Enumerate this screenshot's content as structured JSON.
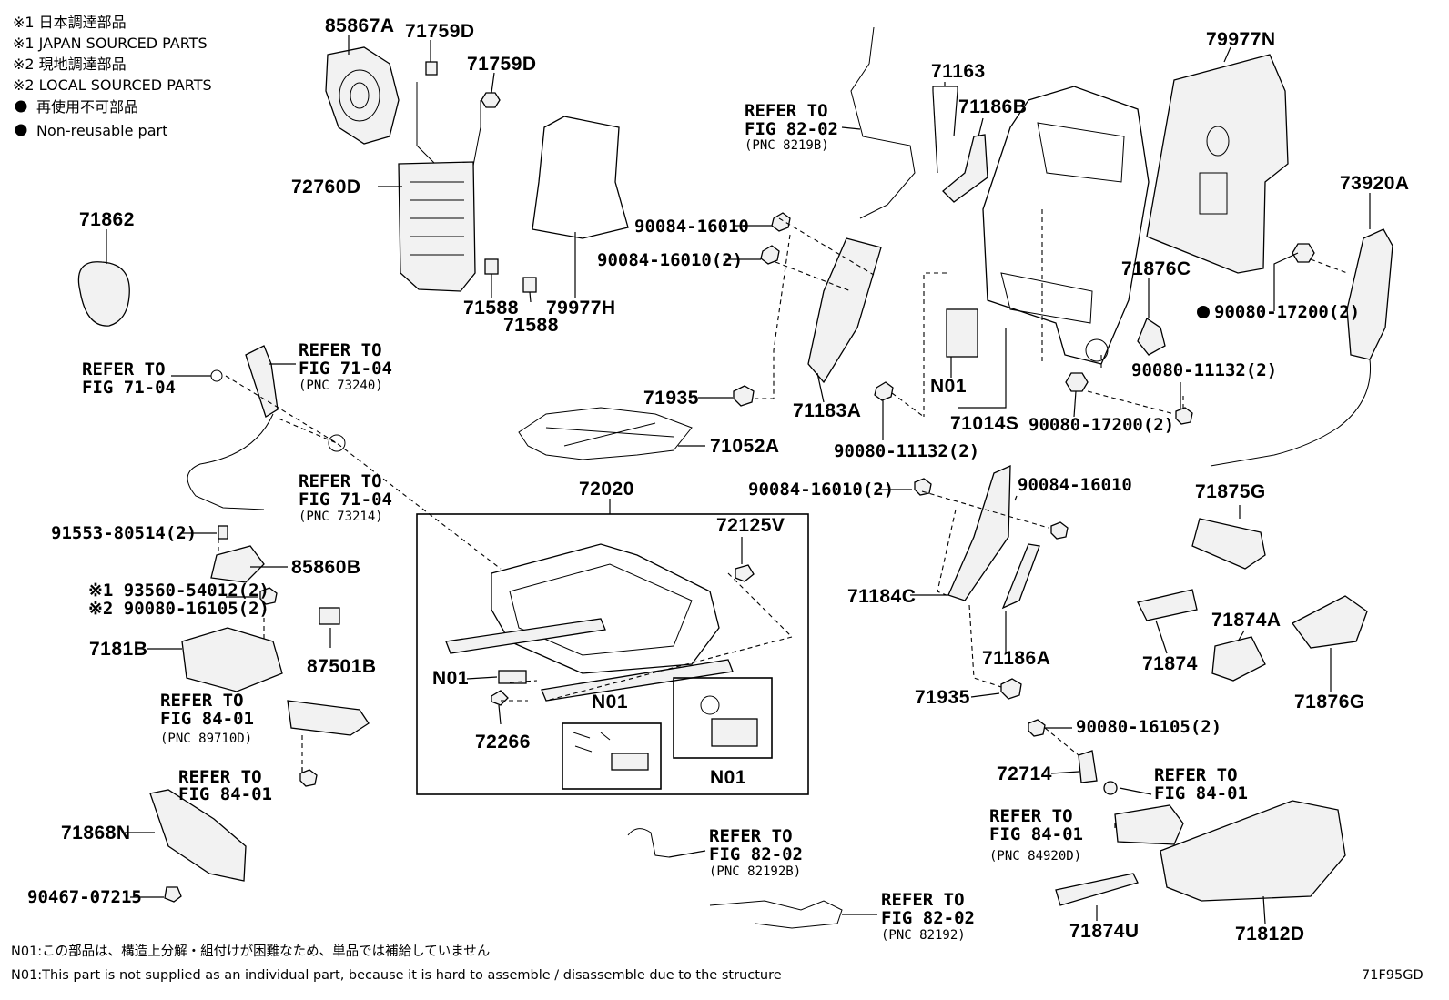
{
  "legend": {
    "l1_ja": "※1 日本調達部品",
    "l1_en": "※1 JAPAN SOURCED PARTS",
    "l2_ja": "※2 現地調達部品",
    "l2_en": "※2 LOCAL SOURCED PARTS",
    "l3_ja": "再使用不可部品",
    "l3_en": "Non-reusable part"
  },
  "parts": {
    "p85867A": "85867A",
    "p71759D_a": "71759D",
    "p71759D_b": "71759D",
    "p72760D": "72760D",
    "p71862": "71862",
    "p71588_a": "71588",
    "p71588_b": "71588",
    "p79977H": "79977H",
    "p79977N": "79977N",
    "p71163": "71163",
    "p71186B": "71186B",
    "p73920A": "73920A",
    "p90084_16010_a": "90084-16010",
    "p90084_16010_2a": "90084-16010(2)",
    "p71876C": "71876C",
    "p90080_17200_2a": "90080-17200(2)",
    "p90080_11132_2a": "90080-11132(2)",
    "pN01_a": "N01",
    "p71935_a": "71935",
    "p71183A": "71183A",
    "p71014S": "71014S",
    "p90080_17200_2b": "90080-17200(2)",
    "p90080_11132_2b": "90080-11132(2)",
    "p71052A": "71052A",
    "p72020": "72020",
    "p91553": "91553-80514(2)",
    "p85860B": "85860B",
    "p93560": "※1 93560-54012(2)",
    "p90080_16105_2a": "※2 90080-16105(2)",
    "p7181B": "7181B",
    "p87501B": "87501B",
    "p72125V": "72125V",
    "pN01_b": "N01",
    "pN01_c": "N01",
    "pN01_d": "N01",
    "p72266": "72266",
    "p90084_16010_2b": "90084-16010(2)",
    "p90084_16010_b": "90084-16010",
    "p71875G": "71875G",
    "p71184C": "71184C",
    "p71186A": "71186A",
    "p71874": "71874",
    "p71874A": "71874A",
    "p71876G": "71876G",
    "p71935_b": "71935",
    "p90080_16105_2b": "90080-16105(2)",
    "p72714": "72714",
    "p71868N": "71868N",
    "p90467": "90467-07215",
    "p71874U": "71874U",
    "p71812D": "71812D"
  },
  "refs": {
    "r1_a": "REFER TO",
    "r1_b": "FIG 82-02",
    "r1_c": "(PNC 8219B)",
    "r2_a": "REFER TO",
    "r2_b": "FIG 71-04",
    "r3_a": "REFER TO",
    "r3_b": "FIG 71-04",
    "r3_c": "(PNC 73240)",
    "r4_a": "REFER TO",
    "r4_b": "FIG 71-04",
    "r4_c": "(PNC 73214)",
    "r5_a": "REFER TO",
    "r5_b": "FIG 84-01",
    "r5_c": "(PNC 89710D)",
    "r6_a": "REFER TO",
    "r6_b": "FIG 84-01",
    "r7_a": "REFER TO",
    "r7_b": "FIG 82-02",
    "r7_c": "(PNC 82192B)",
    "r8_a": "REFER TO",
    "r8_b": "FIG 82-02",
    "r8_c": "(PNC 82192)",
    "r9_a": "REFER TO",
    "r9_b": "FIG 84-01",
    "r10_a": "REFER TO",
    "r10_b": "FIG 84-01",
    "r10_c": "(PNC 84920D)"
  },
  "footer": {
    "note_ja": "N01:この部品は、構造上分解・組付けが困難なため、単品では補給していません",
    "note_en": "N01:This part is not supplied as an individual part, because it is hard to assemble / disassemble due to the structure",
    "fig_code": "71F95GD"
  }
}
